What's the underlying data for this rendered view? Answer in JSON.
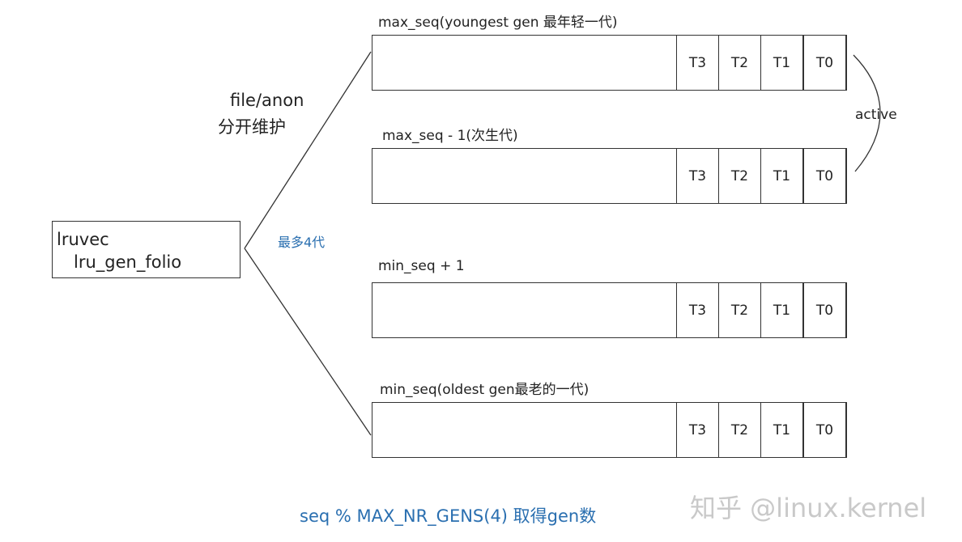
{
  "lruvec_box": {
    "line1": "lruvec",
    "line2": "lru_gen_folio"
  },
  "branch_label": {
    "line1": "file/anon",
    "line2": "分开维护"
  },
  "max_gens_note": "最多4代",
  "active_label": "active",
  "generations": [
    {
      "label": "max_seq(youngest gen 最年轻一代)",
      "tiers": [
        "T3",
        "T2",
        "T1",
        "T0"
      ]
    },
    {
      "label": "max_seq - 1(次生代)",
      "tiers": [
        "T3",
        "T2",
        "T1",
        "T0"
      ]
    },
    {
      "label": "min_seq + 1",
      "tiers": [
        "T3",
        "T2",
        "T1",
        "T0"
      ]
    },
    {
      "label": "min_seq(oldest gen最老的一代)",
      "tiers": [
        "T3",
        "T2",
        "T1",
        "T0"
      ]
    }
  ],
  "formula": "seq %  MAX_NR_GENS(4) 取得gen数",
  "watermark": "知乎 @linux.kernel",
  "colors": {
    "blue_text": "#2a6fb0",
    "line": "#333333",
    "watermark": "#c9c9c9"
  }
}
